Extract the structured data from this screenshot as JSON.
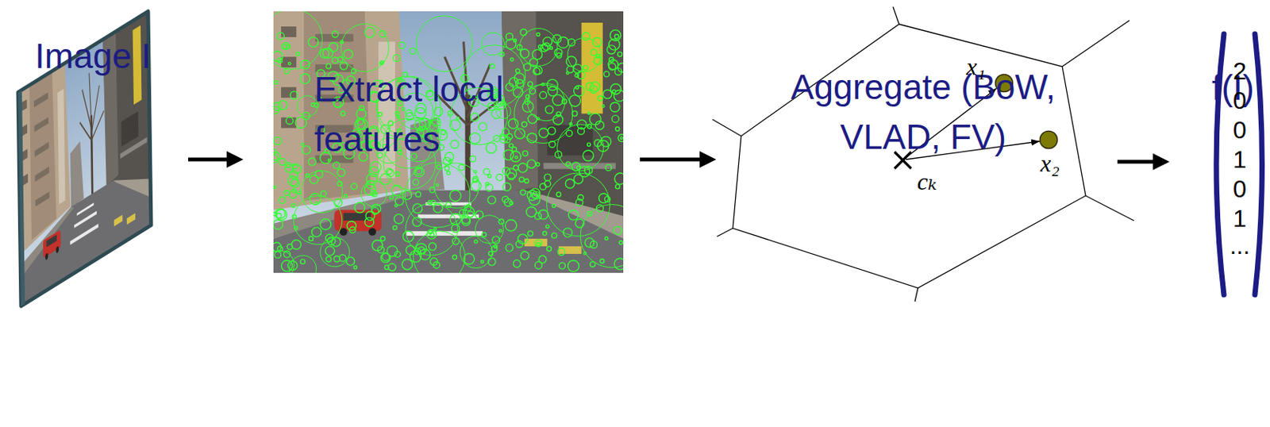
{
  "diagram": {
    "nodes": [
      {
        "text": [
          "Image I"
        ]
      },
      {
        "text": [
          "Extract local features"
        ]
      },
      {
        "text": [
          "Aggregate (BoW, VLAD, FV)"
        ]
      },
      {
        "text": [
          "f(I)"
        ]
      }
    ],
    "edges": [
      {
        "from": 0,
        "to": 1,
        "arrow": "to"
      },
      {
        "from": 1,
        "to": 2,
        "arrow": "to"
      },
      {
        "from": 2,
        "to": 3,
        "arrow": "to"
      }
    ],
    "labels": [
      "x₁",
      "x₂",
      "cₖ",
      "2",
      "0",
      "0",
      "1",
      "0",
      "1",
      "..."
    ]
  }
}
